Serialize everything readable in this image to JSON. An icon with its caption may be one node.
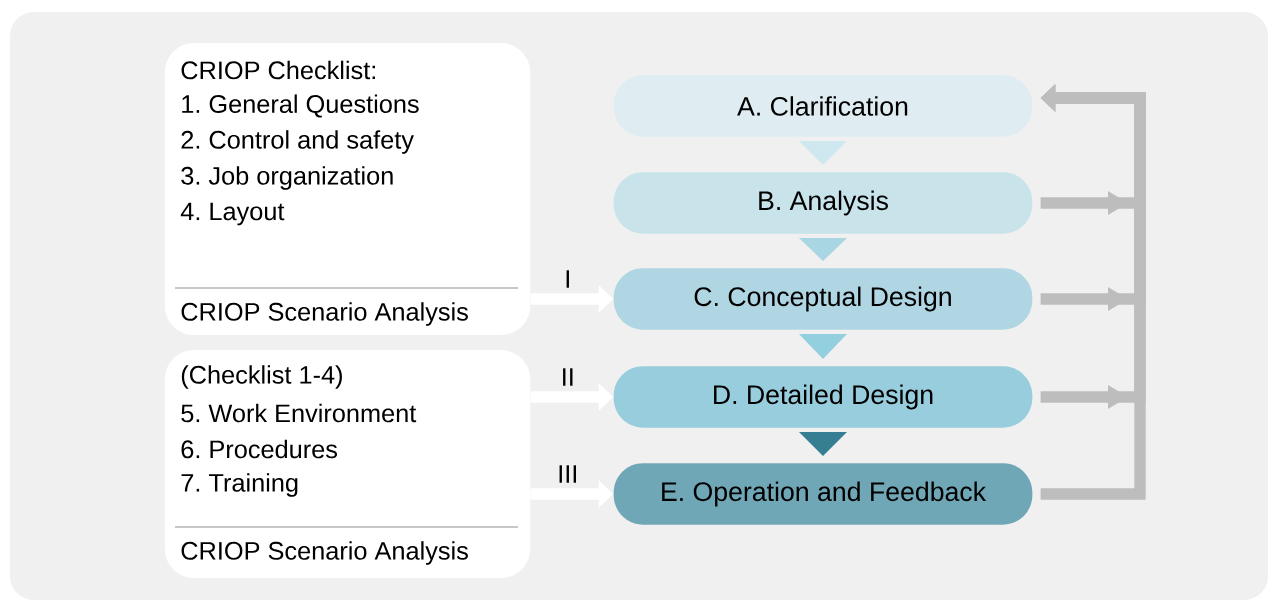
{
  "diagram": {
    "nodes": [
      {
        "text": [
          "CRIOP Checklist:",
          "1. General Questions",
          "2. Control and safety",
          "3. Job organization",
          "4. Layout",
          "CRIOP Scenario Analysis"
        ]
      },
      {
        "text": [
          "(Checklist 1-4)",
          "5. Work Environment",
          "6. Procedures",
          "7. Training",
          "CRIOP Scenario Analysis"
        ]
      },
      {
        "text": [
          "A. Clarification"
        ]
      },
      {
        "text": [
          "B. Analysis"
        ]
      },
      {
        "text": [
          "C. Conceptual Design"
        ]
      },
      {
        "text": [
          "D. Detailed Design"
        ]
      },
      {
        "text": [
          "E. Operation and Feedback"
        ]
      }
    ],
    "edges": [
      {
        "from": 2,
        "to": 3,
        "arrow": "to",
        "color": "#cfe8f0"
      },
      {
        "from": 3,
        "to": 4,
        "arrow": "to",
        "color": "#a8d6e3"
      },
      {
        "from": 4,
        "to": 5,
        "arrow": "to",
        "color": "#92cfdf"
      },
      {
        "from": 5,
        "to": 6,
        "arrow": "to",
        "color": "#367f93"
      },
      {
        "from": 0,
        "to": 4,
        "arrow": "to",
        "label": "I",
        "color": "#ffffff"
      },
      {
        "from": 1,
        "to": 5,
        "arrow": "to",
        "label": "II",
        "color": "#ffffff"
      },
      {
        "from": 1,
        "to": 6,
        "arrow": "to",
        "label": "III",
        "color": "#ffffff"
      },
      {
        "from": 3,
        "to": 2,
        "arrow": "to",
        "color": "#bdbdbd"
      },
      {
        "from": 4,
        "to": 2,
        "arrow": "to",
        "color": "#bdbdbd"
      },
      {
        "from": 5,
        "to": 2,
        "arrow": "to",
        "color": "#bdbdbd"
      },
      {
        "from": 6,
        "to": 2,
        "arrow": "to",
        "color": "#bdbdbd"
      }
    ]
  }
}
